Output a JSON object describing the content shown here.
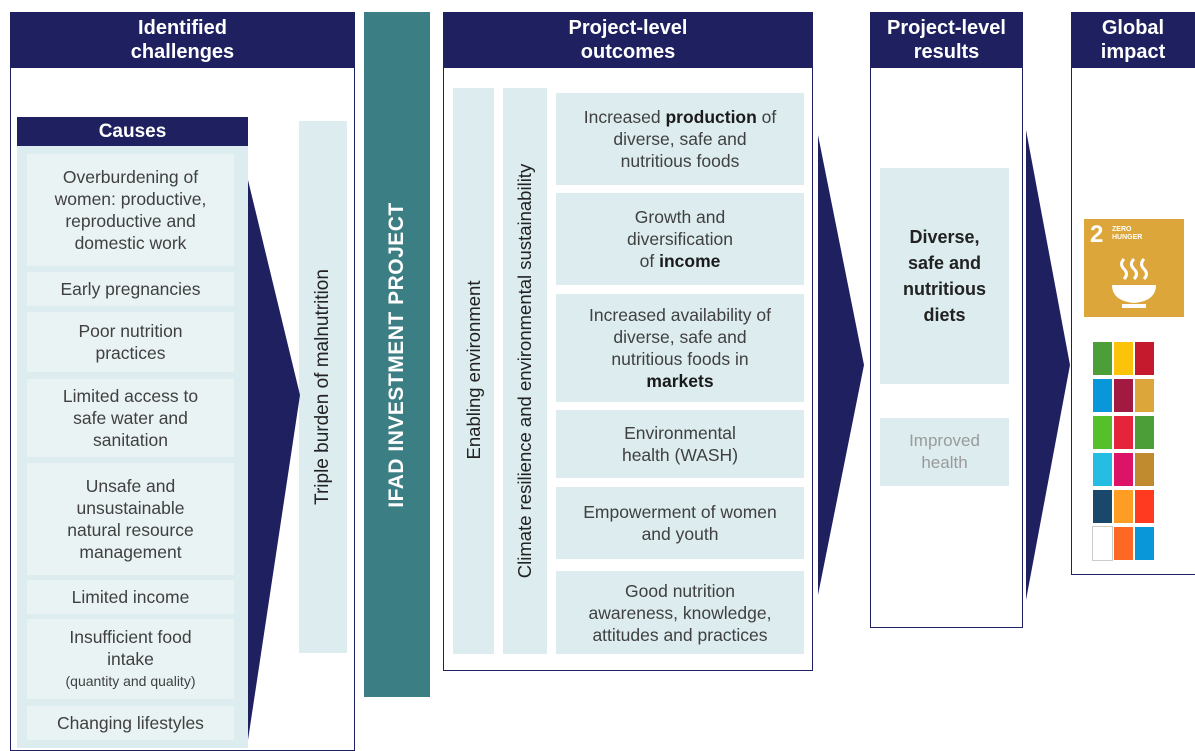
{
  "columns": {
    "challenges": {
      "title_line1": "Identified",
      "title_line2": "challenges"
    },
    "outcomes": {
      "title_line1": "Project-level",
      "title_line2": "outcomes"
    },
    "results": {
      "title_line1": "Project-level",
      "title_line2": "results"
    },
    "impact": {
      "title_line1": "Global",
      "title_line2": "impact"
    }
  },
  "causes": {
    "title": "Causes",
    "items": [
      {
        "lines": [
          "Overburdening of",
          "women: productive,",
          "reproductive and",
          "domestic work"
        ]
      },
      {
        "lines": [
          "Early pregnancies"
        ]
      },
      {
        "lines": [
          "Poor nutrition",
          "practices"
        ]
      },
      {
        "lines": [
          "Limited access to",
          "safe water and",
          "sanitation"
        ]
      },
      {
        "lines": [
          "Unsafe and",
          "unsustainable",
          "natural resource",
          "management"
        ]
      },
      {
        "lines": [
          "Limited income"
        ]
      },
      {
        "lines": [
          "Insufficient  food",
          "intake"
        ],
        "note": "(quantity and quality)"
      },
      {
        "lines": [
          "Changing lifestyles"
        ]
      }
    ]
  },
  "triple_burden": "Triple burden of malnutrition",
  "ifad_project": "IFAD INVESTMENT  PROJECT",
  "enabling_environment": "Enabling environment",
  "climate_resilience": "Climate resilience and environmental sustainability",
  "outcomes": [
    {
      "line1": "Increased ",
      "bold": "production",
      "line1_after": " of",
      "rest": [
        "diverse, safe and",
        "nutritious foods"
      ]
    },
    {
      "pre": [
        "Growth and",
        "diversification"
      ],
      "last_prefix": "of ",
      "bold": "income"
    },
    {
      "pre": [
        "Increased availability of",
        "diverse, safe and",
        "nutritious foods in"
      ],
      "bold": "markets"
    },
    {
      "pre": [
        "Environmental",
        "health  (WASH)"
      ]
    },
    {
      "pre": [
        "Empowerment of women",
        "and youth"
      ]
    },
    {
      "pre": [
        "Good nutrition",
        "awareness, knowledge,",
        "attitudes and practices"
      ]
    }
  ],
  "results": {
    "primary": [
      "Diverse,",
      "safe and",
      "nutritious",
      "diets"
    ],
    "secondary": [
      "Improved",
      "health"
    ]
  },
  "sdg2": {
    "number": "2",
    "label_line1": "ZERO",
    "label_line2": "HUNGER",
    "color": "#dda63a"
  },
  "colors": {
    "navy": "#1f2060",
    "teal": "#3b7e83",
    "cell": "#dcecef"
  },
  "sdg_colors": [
    "#4c9f38",
    "#fcc30b",
    "#c5192d",
    "#0a97d9",
    "#a21942",
    "#dda63a",
    "#56c02b",
    "#e5243b",
    "#4c9f38",
    "#26bde2",
    "#dd1367",
    "#bf8b2e",
    "#19486a",
    "#fd9d24",
    "#ff3a21",
    "#ffffff",
    "#fd6925",
    "#0a97d9"
  ]
}
